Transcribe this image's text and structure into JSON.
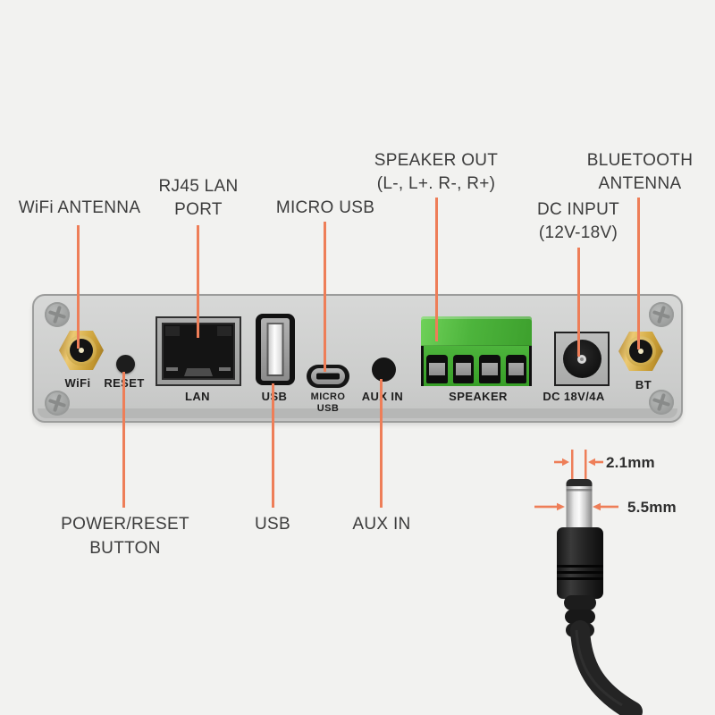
{
  "diagram": {
    "subject": "audio amplifier rear panel port diagram",
    "callouts": {
      "wifi_antenna": "WiFi ANTENNA",
      "rj45_line1": "RJ45 LAN",
      "rj45_line2": "PORT",
      "micro_usb": "MICRO USB",
      "speaker_line1": "SPEAKER OUT",
      "speaker_line2": "(L-, L+. R-, R+)",
      "dc_line1": "DC INPUT",
      "dc_line2": "(12V-18V)",
      "bt_line1": "BLUETOOTH",
      "bt_line2": "ANTENNA",
      "power_line1": "POWER/RESET",
      "power_line2": "BUTTON",
      "usb": "USB",
      "aux_in": "AUX IN"
    },
    "panel_ports": {
      "wifi": "WiFi",
      "reset": "RESET",
      "lan": "LAN",
      "usb": "USB",
      "micro_usb_line1": "MICRO",
      "micro_usb_line2": "USB",
      "aux": "AUX IN",
      "speaker": "SPEAKER",
      "dc": "DC 18V/4A",
      "bt": "BT"
    },
    "plug_measurements": {
      "inner_diameter": "2.1mm",
      "outer_diameter": "5.5mm"
    },
    "colors": {
      "accent_leader": "#EE7E58",
      "panel_gray": "#CBCCCB",
      "terminal_green": "#4DB43C",
      "antenna_gold": "#D4AE58",
      "background": "#F2F2F0"
    }
  }
}
